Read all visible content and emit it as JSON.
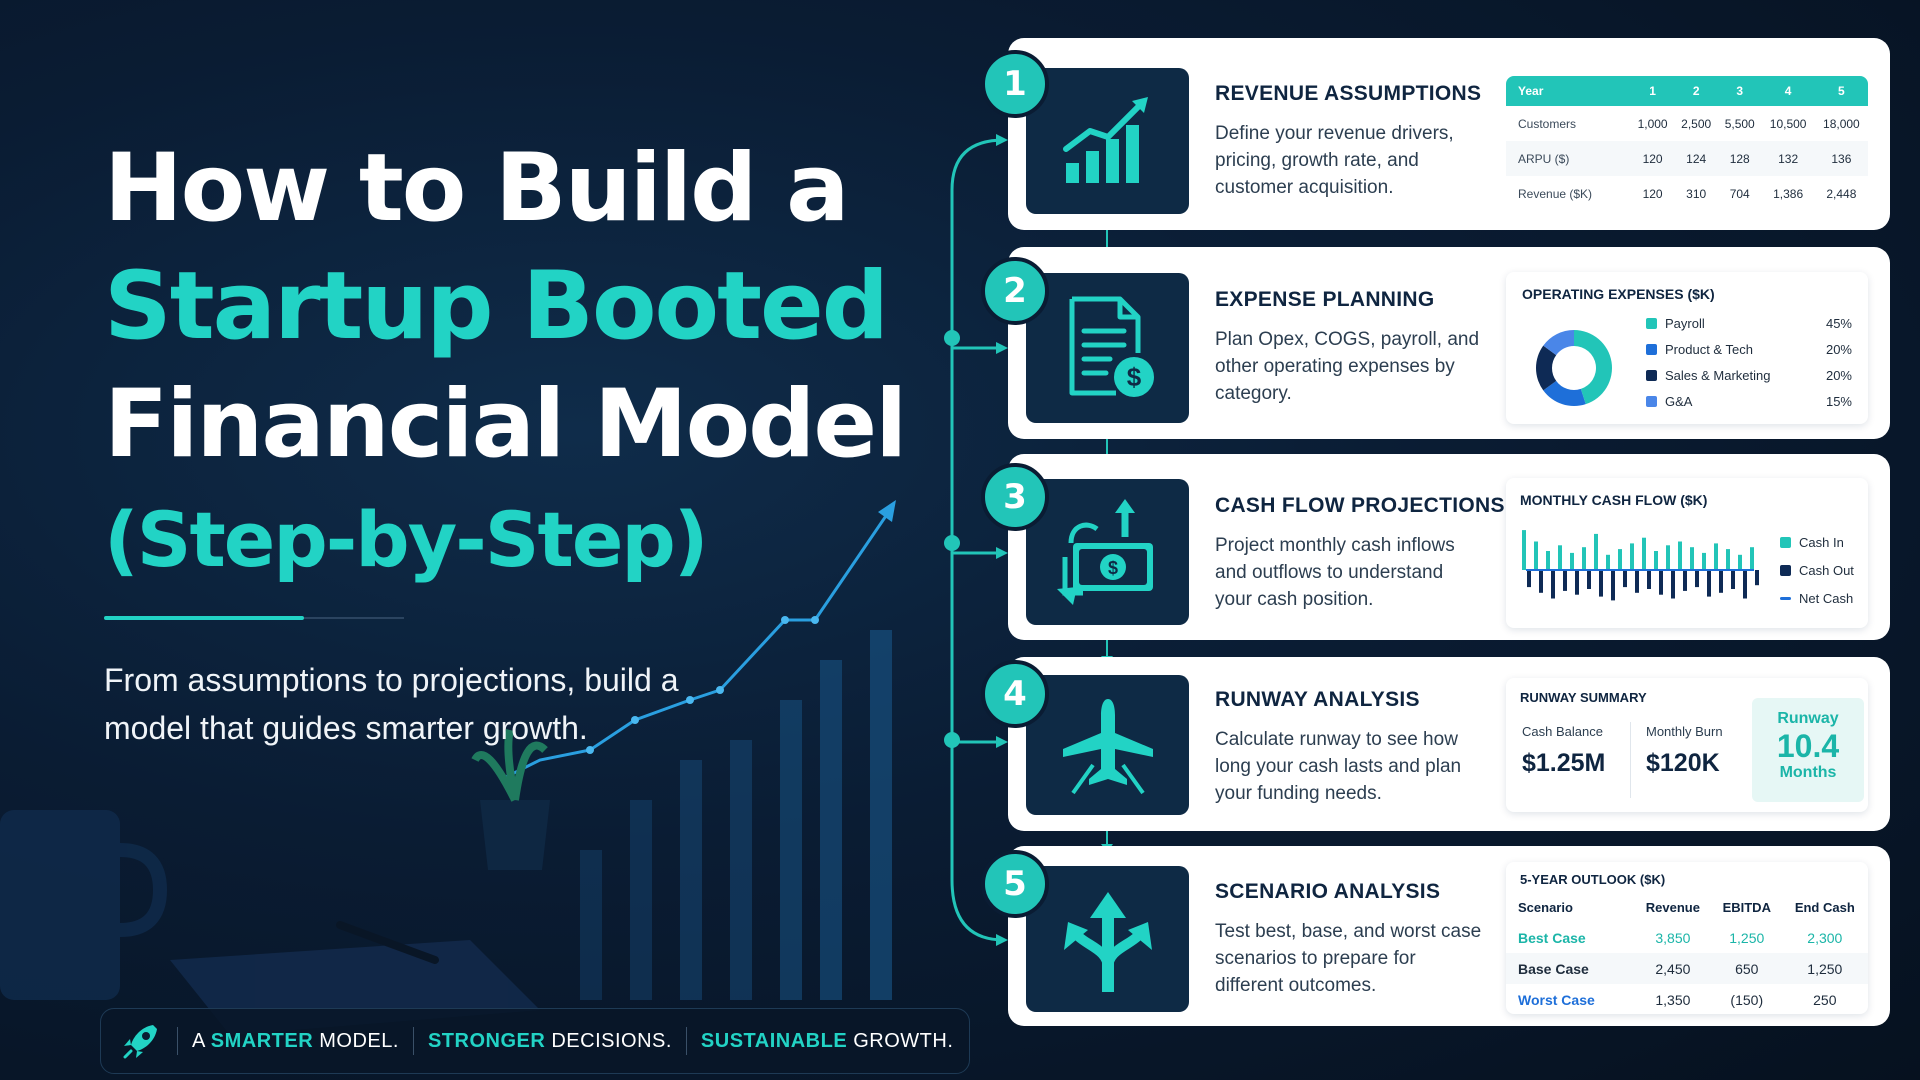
{
  "title": {
    "line1": "How to Build a",
    "line2": "Startup Booted",
    "line3": "Financial Model",
    "line4": "(Step-by-Step)"
  },
  "tagline": "From assumptions to projections, build a model that guides smarter growth.",
  "footer": {
    "p1a": "A ",
    "p1b": "SMARTER",
    "p1c": " MODEL.",
    "p2a": "STRONGER",
    "p2b": " DECISIONS.",
    "p3a": "SUSTAINABLE",
    "p3b": " GROWTH."
  },
  "colors": {
    "accent": "#22d3c5",
    "navy": "#0e2a45",
    "blue": "#1e6fd9"
  },
  "steps": [
    {
      "number": "1",
      "title": "REVENUE ASSUMPTIONS",
      "desc": "Define your revenue drivers, pricing, growth rate, and customer acquisition.",
      "icon": "growth-chart-icon"
    },
    {
      "number": "2",
      "title": "EXPENSE PLANNING",
      "desc": "Plan Opex, COGS, payroll, and other operating expenses by category.",
      "icon": "invoice-dollar-icon"
    },
    {
      "number": "3",
      "title": "CASH FLOW PROJECTIONS",
      "desc": "Project monthly cash inflows and outflows to understand your cash position.",
      "icon": "cash-flow-icon"
    },
    {
      "number": "4",
      "title": "RUNWAY ANALYSIS",
      "desc": "Calculate runway to see how long your cash lasts and plan your funding needs.",
      "icon": "airplane-icon"
    },
    {
      "number": "5",
      "title": "SCENARIO ANALYSIS",
      "desc": "Test best, base, and worst case scenarios to prepare for different outcomes.",
      "icon": "split-arrows-icon"
    }
  ],
  "revenue_table": {
    "headers": [
      "Year",
      "1",
      "2",
      "3",
      "4",
      "5"
    ],
    "rows": [
      [
        "Customers",
        "1,000",
        "2,500",
        "5,500",
        "10,500",
        "18,000"
      ],
      [
        "ARPU ($)",
        "120",
        "124",
        "128",
        "132",
        "136"
      ],
      [
        "Revenue ($K)",
        "120",
        "310",
        "704",
        "1,386",
        "2,448"
      ]
    ]
  },
  "chart_data": [
    {
      "type": "pie",
      "title": "OPERATING EXPENSES ($K)",
      "categories": [
        "Payroll",
        "Product & Tech",
        "Sales & Marketing",
        "G&A"
      ],
      "values": [
        45,
        20,
        20,
        15
      ],
      "labels": [
        "45%",
        "20%",
        "20%",
        "15%"
      ],
      "colors": [
        "#22c5b8",
        "#1e6fd9",
        "#0e2a55",
        "#4a86e8"
      ]
    },
    {
      "type": "bar",
      "title": "MONTHLY CASH FLOW ($K)",
      "legend": [
        "Cash In",
        "Cash Out",
        "Net Cash"
      ],
      "colors": [
        "#22c5b8",
        "#0e2a55",
        "#1e6fd9"
      ],
      "series": [
        {
          "name": "Cash In",
          "values": [
            42,
            30,
            20,
            26,
            18,
            24,
            38,
            16,
            22,
            28,
            34,
            20,
            26,
            30,
            24,
            18,
            28,
            22,
            16,
            24
          ]
        },
        {
          "name": "Cash Out",
          "values": [
            -18,
            -24,
            -30,
            -22,
            -26,
            -20,
            -28,
            -32,
            -18,
            -24,
            -20,
            -26,
            -30,
            -22,
            -18,
            -28,
            -24,
            -20,
            -30,
            -16
          ]
        },
        {
          "name": "Net Cash",
          "values": [
            0,
            0,
            0,
            0,
            0,
            0,
            0,
            0,
            0,
            0,
            0,
            0,
            0,
            0,
            0,
            0,
            0,
            0,
            0,
            0
          ]
        }
      ]
    }
  ],
  "runway": {
    "title": "RUNWAY SUMMARY",
    "cash_label": "Cash Balance",
    "cash_value": "$1.25M",
    "burn_label": "Monthly Burn",
    "burn_value": "$120K",
    "runway_label": "Runway",
    "runway_value": "10.4",
    "runway_unit": "Months"
  },
  "scenario_table": {
    "title": "5-YEAR OUTLOOK ($K)",
    "headers": [
      "Scenario",
      "Revenue",
      "EBITDA",
      "End Cash"
    ],
    "rows": [
      [
        "Best Case",
        "3,850",
        "1,250",
        "2,300"
      ],
      [
        "Base Case",
        "2,450",
        "650",
        "1,250"
      ],
      [
        "Worst Case",
        "1,350",
        "(150)",
        "250"
      ]
    ]
  }
}
